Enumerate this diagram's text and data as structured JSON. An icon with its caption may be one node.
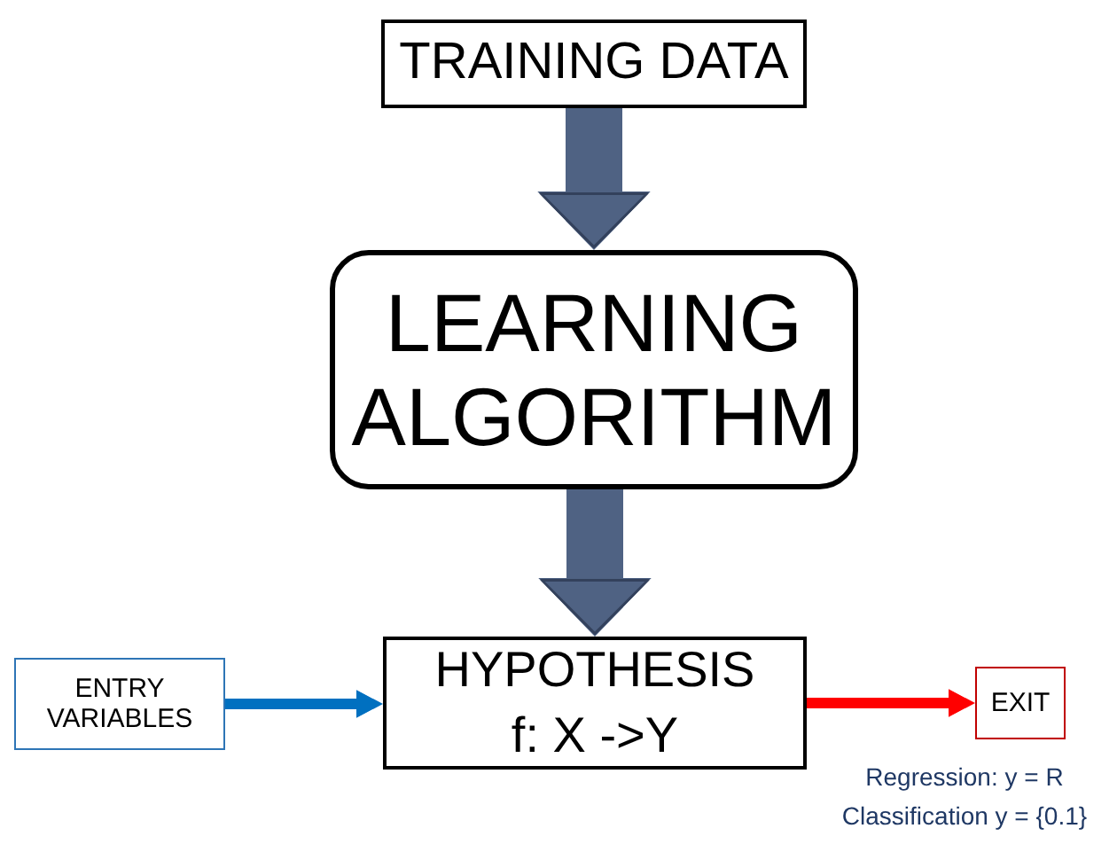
{
  "diagram": {
    "nodes": [
      {
        "text": [
          "TRAINING DATA"
        ]
      },
      {
        "text": [
          "LEARNING ALGORITHM"
        ]
      },
      {
        "text": [
          "HYPOTHESIS",
          "f: X ->Y"
        ]
      },
      {
        "text": [
          "ENTRY VARIABLES"
        ]
      },
      {
        "text": [
          "EXIT"
        ],
        "beside": [
          "Regression: y = R",
          "Classification y = {0.1}"
        ]
      }
    ],
    "edges": [
      {
        "from": 0,
        "to": 1,
        "arrow": "to",
        "style": "thick",
        "color": "#4f6283"
      },
      {
        "from": 1,
        "to": 2,
        "arrow": "to",
        "style": "thick",
        "color": "#4f6283"
      },
      {
        "from": 3,
        "to": 2,
        "arrow": "to",
        "color": "#0070c0"
      },
      {
        "from": 2,
        "to": 4,
        "arrow": "to",
        "color": "#ff0000"
      }
    ]
  }
}
